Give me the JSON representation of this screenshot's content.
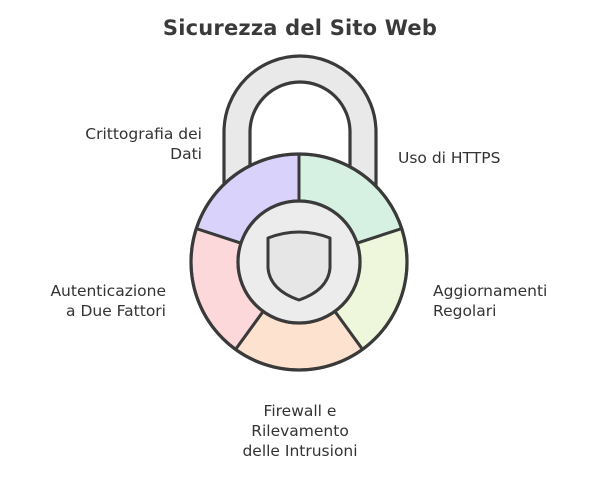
{
  "title": "Sicurezza del Sito Web",
  "labels": {
    "encryption": [
      "Crittografia dei",
      "Dati"
    ],
    "https": [
      "Uso di HTTPS"
    ],
    "two_factor": [
      "Autenticazione",
      "a Due Fattori"
    ],
    "updates": [
      "Aggiornamenti",
      "Regolari"
    ],
    "firewall": [
      "Firewall e",
      "Rilevamento",
      "delle Intrusioni"
    ]
  },
  "segments": [
    {
      "key": "encryption",
      "color": "#d9d2fb"
    },
    {
      "key": "https",
      "color": "#d6f1e2"
    },
    {
      "key": "updates",
      "color": "#eef6dc"
    },
    {
      "key": "firewall",
      "color": "#fde2cf"
    },
    {
      "key": "two_factor",
      "color": "#fdd8da"
    }
  ],
  "icon": "shield-icon"
}
